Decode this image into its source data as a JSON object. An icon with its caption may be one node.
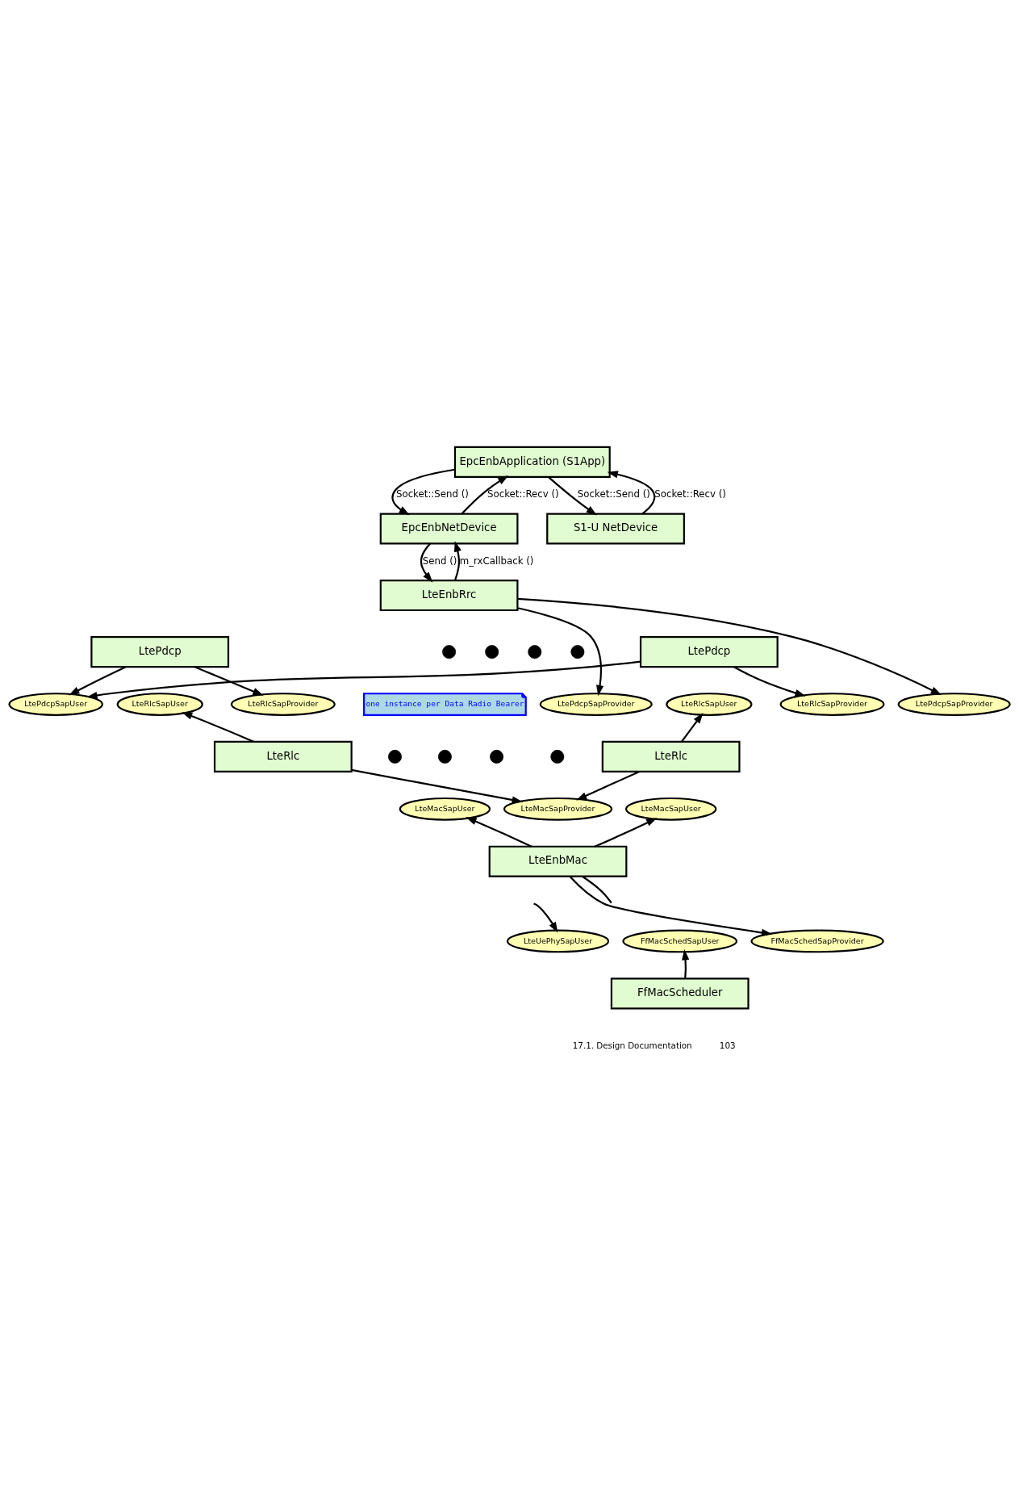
{
  "diagram": {
    "nodes": [
      {
        "text": [
          "EpcEnbApplication (S1App)"
        ]
      },
      {
        "text": [
          "EpcEnbNetDevice"
        ]
      },
      {
        "text": [
          "S1-U NetDevice"
        ]
      },
      {
        "text": [
          "LteEnbRrc"
        ]
      },
      {
        "text": [
          "LtePdcpSapUser"
        ]
      },
      {
        "text": [
          "LtePdcpSapProvider"
        ]
      },
      {
        "text": [
          "LtePdcpSapProvider"
        ]
      },
      {
        "text": [
          "LtePdcp"
        ]
      },
      {
        "text": [
          "LtePdcp"
        ]
      },
      {
        "text": [
          "LteRlcSapUser"
        ]
      },
      {
        "text": [
          "LteRlcSapUser"
        ]
      },
      {
        "text": [
          "one instance per Data Radio Bearer"
        ]
      },
      {
        "text": [
          "LteRlcSapProvider"
        ]
      },
      {
        "text": [
          "LteRlcSapProvider"
        ]
      },
      {
        "text": [
          "LteRlc"
        ]
      },
      {
        "text": [
          "LteRlc"
        ]
      },
      {
        "text": [
          "LteMacSapUser"
        ]
      },
      {
        "text": [
          "LteMacSapUser"
        ]
      },
      {
        "text": [
          "LteMacSapProvider"
        ]
      },
      {
        "text": [
          "LteEnbMac"
        ]
      },
      {
        "text": [
          "LteUePhySapUser"
        ]
      },
      {
        "text": [
          "FfMacSchedSapUser"
        ]
      },
      {
        "text": [
          "FfMacSchedSapProvider"
        ]
      },
      {
        "text": [
          "FfMacScheduler"
        ]
      },
      {
        "text": [],
        "shape": "circle"
      },
      {
        "text": [],
        "shape": "circle"
      },
      {
        "text": [],
        "shape": "circle"
      },
      {
        "text": [],
        "shape": "circle"
      },
      {
        "text": [],
        "shape": "circle"
      },
      {
        "text": [],
        "shape": "circle"
      },
      {
        "text": [],
        "shape": "circle"
      },
      {
        "text": [],
        "shape": "circle"
      }
    ],
    "edges": [
      {
        "from": 0,
        "to": 1,
        "arrow": "to",
        "label": "Socket::Send ()"
      },
      {
        "from": 1,
        "to": 0,
        "arrow": "to",
        "label": "Socket::Recv ()"
      },
      {
        "from": 0,
        "to": 2,
        "arrow": "to",
        "label": "Socket::Send ()"
      },
      {
        "from": 2,
        "to": 0,
        "arrow": "to",
        "label": "Socket::Recv ()"
      },
      {
        "from": 1,
        "to": 3,
        "arrow": "to",
        "label": "Send ()"
      },
      {
        "from": 3,
        "to": 1,
        "arrow": "to",
        "label": "m_rxCallback ()"
      },
      {
        "from": 7,
        "to": 4,
        "arrow": "to"
      },
      {
        "from": 3,
        "to": 5,
        "arrow": "to"
      },
      {
        "from": 8,
        "to": 4,
        "arrow": "to"
      },
      {
        "from": 3,
        "to": 6,
        "arrow": "to"
      },
      {
        "from": 14,
        "to": 9,
        "arrow": "to"
      },
      {
        "from": 7,
        "to": 12,
        "arrow": "to"
      },
      {
        "from": 15,
        "to": 10,
        "arrow": "to"
      },
      {
        "from": 8,
        "to": 13,
        "arrow": "to"
      },
      {
        "from": 14,
        "to": 18,
        "arrow": "to"
      },
      {
        "from": 15,
        "to": 18,
        "arrow": "to"
      },
      {
        "from": 19,
        "to": 16,
        "arrow": "to"
      },
      {
        "from": 19,
        "to": 17,
        "arrow": "to"
      },
      {
        "from": 19,
        "to": 22,
        "arrow": "to"
      },
      {
        "from": 23,
        "to": 21,
        "arrow": "to"
      },
      {
        "from": 19,
        "to": null,
        "arrow": "none"
      },
      {
        "from": null,
        "to": 20,
        "arrow": "to"
      }
    ],
    "labels": [
      "17.1. Design Documentation",
      "103"
    ]
  }
}
